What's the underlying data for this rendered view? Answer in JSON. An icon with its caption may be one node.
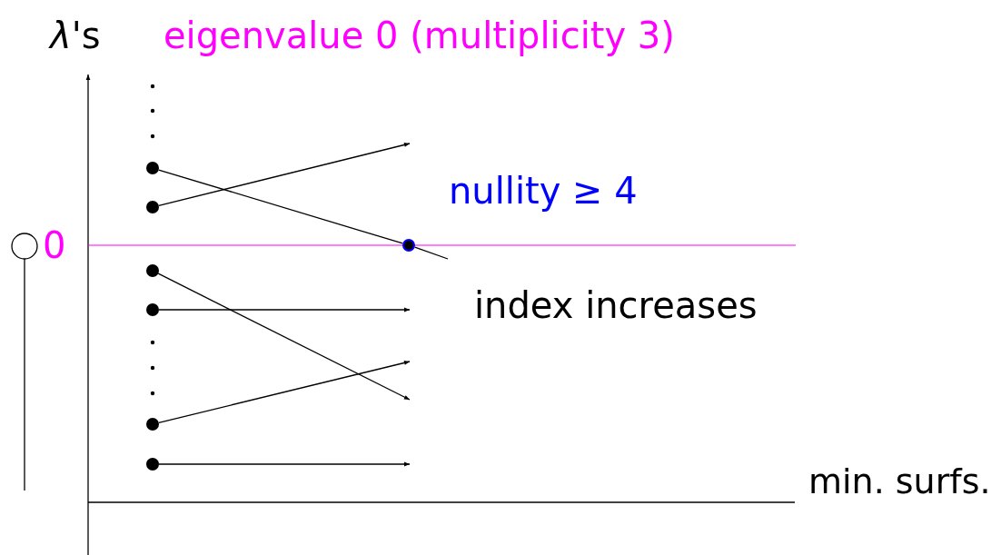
{
  "diagram": {
    "nodes": [
      {
        "text": [],
        "shape": "circle"
      },
      {
        "text": [],
        "shape": "circle"
      },
      {
        "text": [],
        "shape": "circle"
      },
      {
        "text": [],
        "shape": "circle"
      },
      {
        "text": [],
        "shape": "circle"
      },
      {
        "text": [],
        "shape": "circle"
      },
      {
        "text": [],
        "shape": "circle"
      }
    ],
    "edges": [
      {
        "from": 0,
        "to": 6,
        "arrow": "none"
      },
      {
        "from": 1,
        "to": null,
        "arrow": "to"
      },
      {
        "from": 2,
        "to": null,
        "arrow": "to"
      },
      {
        "from": 3,
        "to": null,
        "arrow": "to"
      },
      {
        "from": 4,
        "to": null,
        "arrow": "to"
      },
      {
        "from": 5,
        "to": null,
        "arrow": "to"
      }
    ],
    "labels": [
      "*λ*'s",
      "eigenvalue 0 (multiplicity 3)",
      "0",
      "nullity ≥ 4",
      "index increases",
      "min. surfs."
    ]
  }
}
